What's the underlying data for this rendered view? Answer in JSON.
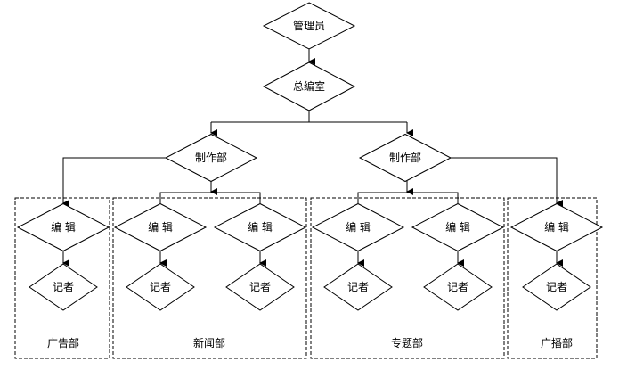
{
  "nodes": {
    "admin": "管理员",
    "chief": "总编室",
    "production_left": "制作部",
    "production_right": "制作部",
    "editors": [
      "编 辑",
      "编 辑",
      "编 辑",
      "编 辑",
      "编 辑",
      "编 辑"
    ],
    "reporters": [
      "记者",
      "记者",
      "记者",
      "记者",
      "记者",
      "记者"
    ]
  },
  "departments": [
    "广告部",
    "新闻部",
    "专题部",
    "广播部"
  ],
  "colors": {
    "line": "#000000",
    "background": "#ffffff"
  }
}
